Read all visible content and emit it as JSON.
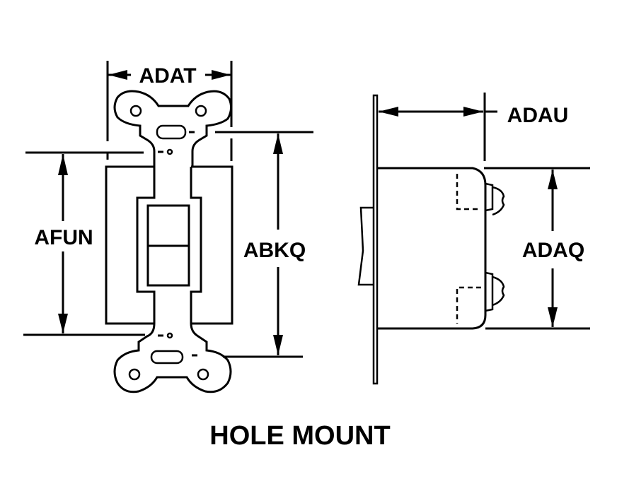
{
  "diagram": {
    "title": "HOLE MOUNT",
    "views": {
      "front": {
        "name": "front-view",
        "dimensions": {
          "width": "ADAT",
          "inner_height": "AFUN",
          "overall_height": "ABKQ"
        }
      },
      "side": {
        "name": "side-view",
        "dimensions": {
          "depth": "ADAU",
          "body_height": "ADAQ"
        }
      }
    },
    "colors": {
      "line": "#000000",
      "background": "#ffffff"
    }
  }
}
